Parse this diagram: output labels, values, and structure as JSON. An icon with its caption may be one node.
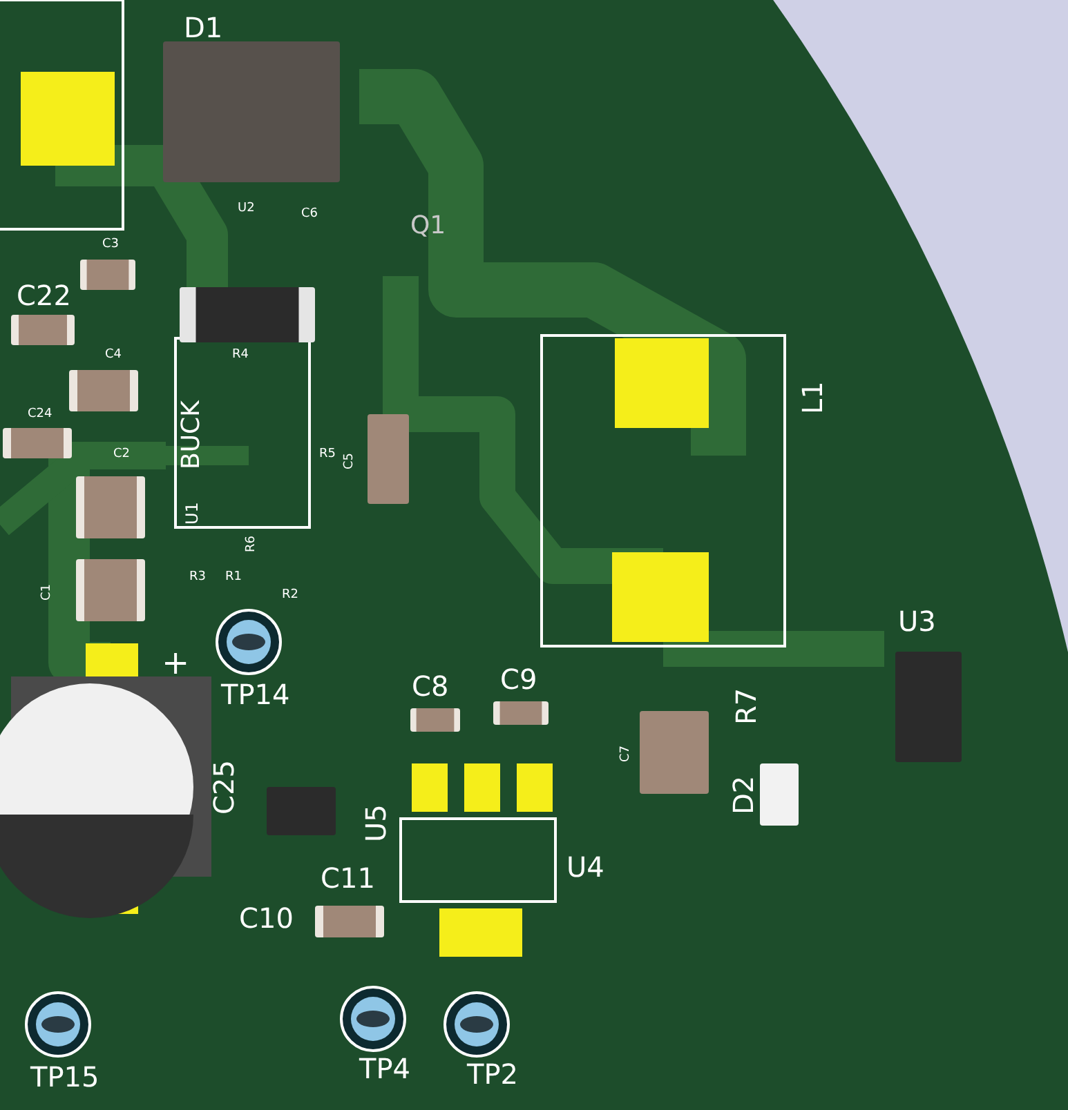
{
  "diagram": {
    "labels": [
      "D1",
      "U2",
      "C6",
      "Q1",
      "C3",
      "C22",
      "C4",
      "R4",
      "BUCK",
      "L1",
      "C24",
      "C2",
      "R5",
      "C5",
      "U1",
      "R6",
      "R3",
      "R1",
      "R2",
      "C1",
      "U3",
      "+",
      "TP14",
      "C8",
      "C9",
      "R7",
      "C7",
      "C25",
      "D2",
      "U5",
      "U4",
      "C11",
      "C10",
      "TP4",
      "TP15",
      "TP2"
    ]
  }
}
